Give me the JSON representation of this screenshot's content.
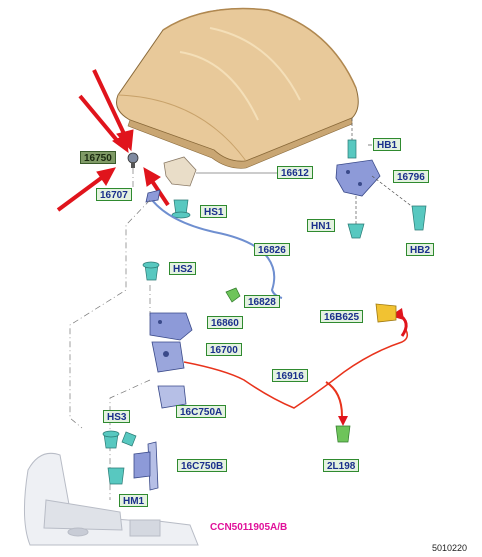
{
  "callouts": {
    "c16750": "16750",
    "c16707": "16707",
    "cHS1": "HS1",
    "c16612": "16612",
    "cHB1": "HB1",
    "c16796": "16796",
    "cHN1": "HN1",
    "cHB2": "HB2",
    "c16826": "16826",
    "cHS2": "HS2",
    "c16828": "16828",
    "c16B625": "16B625",
    "c16860": "16860",
    "c16700": "16700",
    "c16916": "16916",
    "cHS3": "HS3",
    "c16C750A": "16C750A",
    "c2L198": "2L198",
    "c16C750B": "16C750B",
    "cHM1": "HM1"
  },
  "reference": "CCN5011905A/B",
  "figure_id": "5010220",
  "colors": {
    "label_bg": "#e4f2e0",
    "label_border": "#2f8a2f",
    "label_text": "#1a2f8c",
    "hood": "#e8c99a",
    "cable_red": "#e8331c",
    "cable_blue": "#6f8fd0",
    "part_teal": "#58c8c0",
    "part_blue": "#8d9ad8",
    "arrow_red": "#e0141c",
    "reference_pink": "#e0119a"
  }
}
